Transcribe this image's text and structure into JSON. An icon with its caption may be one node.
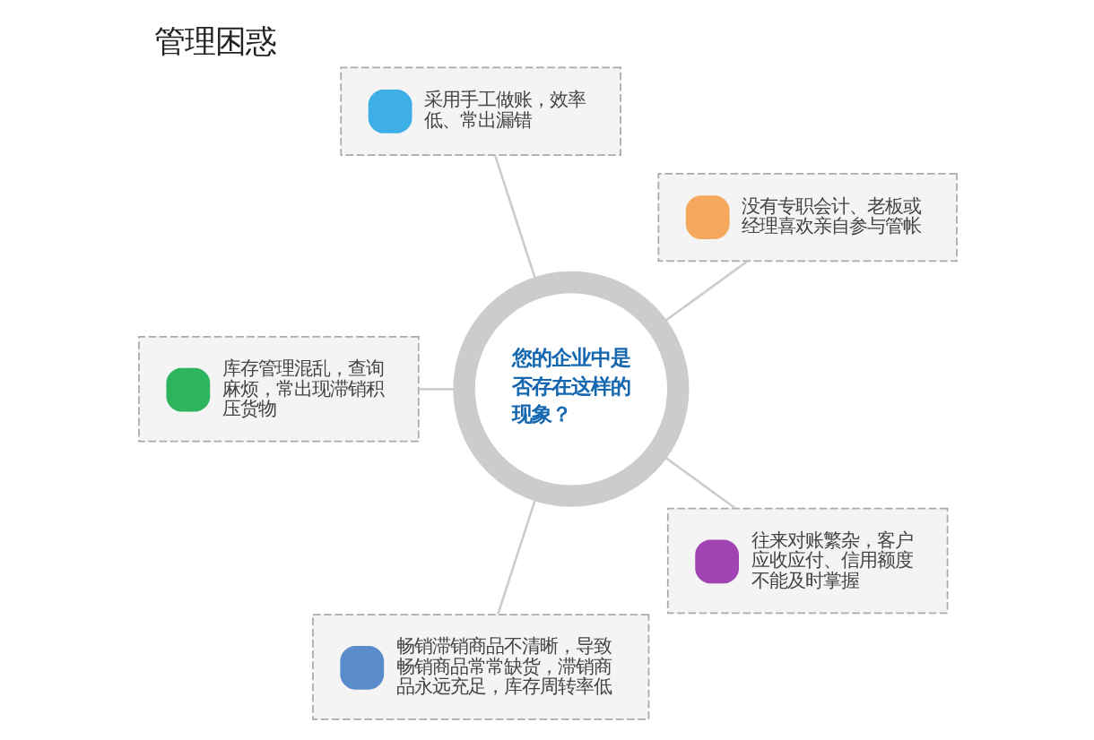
{
  "diagram": {
    "title": "管理困惑",
    "nodes": [
      {
        "text": [
          "采用手工做账，效率低、常出漏错"
        ]
      },
      {
        "text": [
          "没有专职会计、老板或经理喜欢亲自参与管帐"
        ]
      },
      {
        "text": [
          "您的企业中是否存在这样的现象？"
        ]
      },
      {
        "text": [
          "库存管理混乱，查询麻烦，常出现滞销积压货物"
        ]
      },
      {
        "text": [
          "往来对账繁杂，客户应收应付、信用额度不能及时掌握"
        ]
      },
      {
        "text": [
          "畅销滞销商品不清晰，导致畅销商品常常缺货，滞销商品永远充足，库存周转率低"
        ]
      }
    ],
    "edges": [
      {
        "from": 2,
        "to": 0,
        "arrow": "none"
      },
      {
        "from": 2,
        "to": 1,
        "arrow": "none"
      },
      {
        "from": 2,
        "to": 4,
        "arrow": "none"
      },
      {
        "from": 2,
        "to": 5,
        "arrow": "none"
      },
      {
        "from": 2,
        "to": 3,
        "arrow": "none"
      }
    ]
  }
}
